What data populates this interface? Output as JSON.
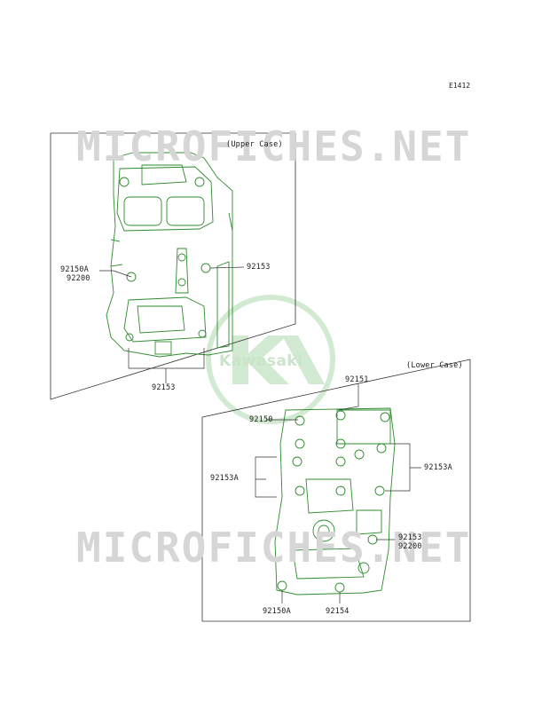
{
  "diagram_id": "E1412",
  "upper_case": {
    "title": "(Upper Case)",
    "labels": [
      "92150A",
      "92200",
      "92153",
      "92153"
    ]
  },
  "lower_case": {
    "title": "(Lower Case)",
    "labels": [
      "92151",
      "92150",
      "92153A",
      "92153A",
      "92153",
      "92200",
      "92150A",
      "92154"
    ]
  },
  "watermark": {
    "text": "MICROFICHES.NET",
    "logo_text": "Kawasaki"
  },
  "colors": {
    "part_line": "#2e8b2e",
    "frame": "#333333",
    "watermark": "#d6d6d6",
    "logo": "#cde8cd"
  }
}
